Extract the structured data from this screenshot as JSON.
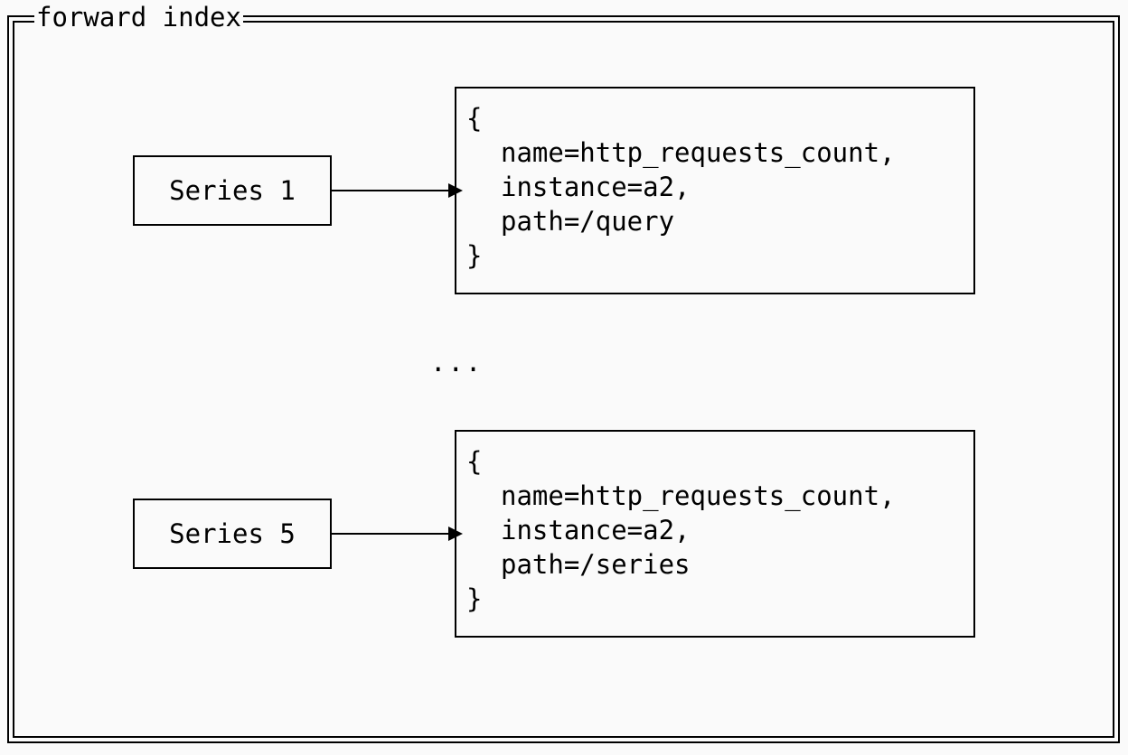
{
  "frame": {
    "title": "forward index"
  },
  "entries": [
    {
      "series_label": "Series 1",
      "labels": {
        "open": "{",
        "lines": [
          "name=http_requests_count,",
          "instance=a2,",
          "path=/query"
        ],
        "close": "}"
      }
    },
    {
      "series_label": "Series 5",
      "labels": {
        "open": "{",
        "lines": [
          "name=http_requests_count,",
          "instance=a2,",
          "path=/series"
        ],
        "close": "}"
      }
    }
  ],
  "ellipsis": "..."
}
